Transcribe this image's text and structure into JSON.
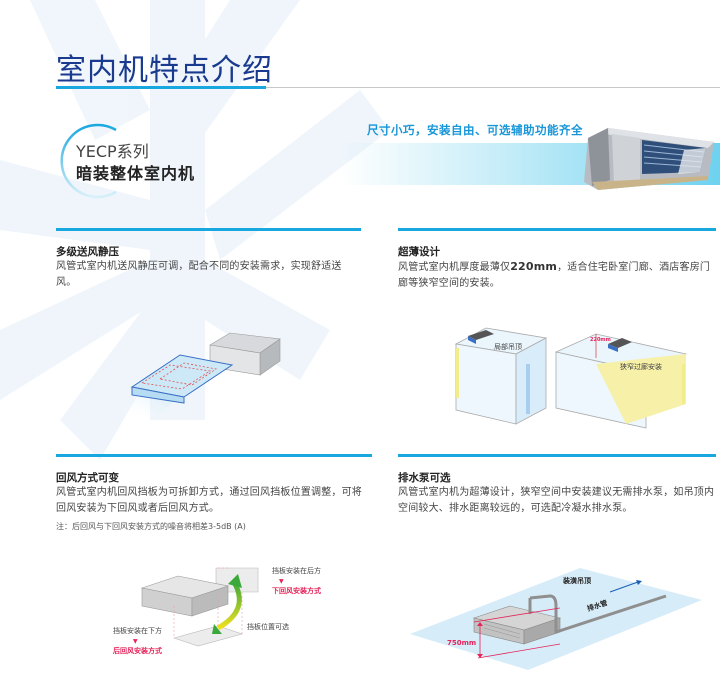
{
  "header": {
    "title": "室内机特点介绍"
  },
  "series": {
    "line1": "YECP系列",
    "line2": "暗装整体室内机"
  },
  "banner": {
    "tagline": "尺寸小巧，安装自由、可选辅助功能齐全"
  },
  "colors": {
    "title_blue": "#1a3a8f",
    "accent_cyan": "#19a7e0",
    "highlight_red": "#e5245a"
  },
  "sections": [
    {
      "heading": "多级送风静压",
      "body": "风管式室内机送风静压可调，配合不同的安装需求，实现舒适送风。"
    },
    {
      "heading": "超薄设计",
      "body_prefix": "风管式室内机厚度最薄仅",
      "body_highlight": "220mm",
      "body_suffix": "，适合住宅卧室门廊、酒店客房门廊等狭窄空间的安装。",
      "labels": {
        "local_ceiling": "局部吊顶",
        "narrow_corridor": "狭窄过廊安装",
        "thickness": "220mm"
      }
    },
    {
      "heading": "回风方式可变",
      "body": "风管式室内机回风挡板为可拆卸方式，通过回风挡板位置调整，可将回风安装为下回风或者后回风方式。",
      "note": "注：后回风与下回风安装方式的噪音将相差3-5dB (A)",
      "labels": {
        "rear_baffle": "挡板安装在后方",
        "bottom_return": "下回风安装方式",
        "baffle_optional": "挡板位置可选",
        "bottom_baffle": "挡板安装在下方",
        "rear_return": "后回风安装方式"
      }
    },
    {
      "heading": "排水泵可选",
      "body": "风管式室内机为超薄设计，狭窄空间中安装建议无需排水泵，如吊顶内空间较大、排水距离较远的，可选配冷凝水排水泵。",
      "labels": {
        "ceiling": "装潢吊顶",
        "drain_pipe": "排水管",
        "height": "750mm"
      }
    }
  ]
}
